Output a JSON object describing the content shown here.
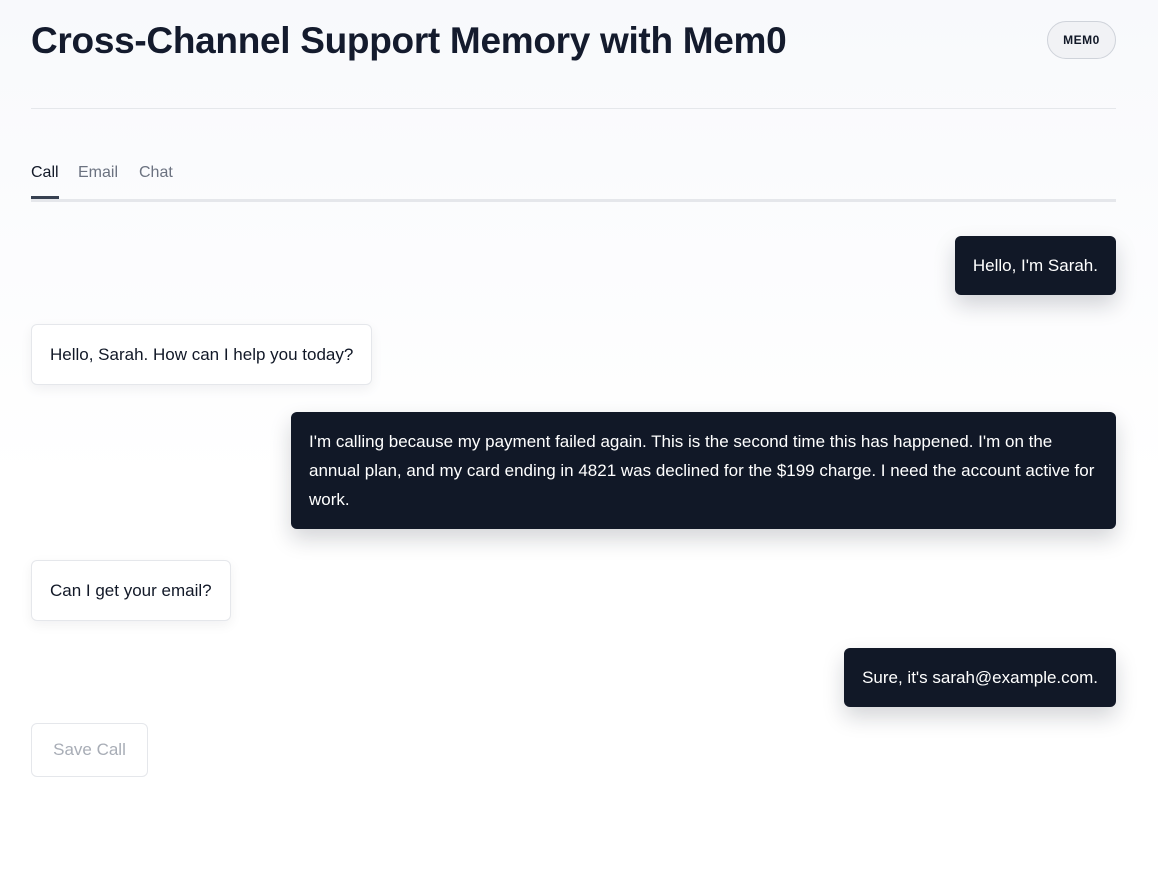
{
  "header": {
    "title": "Cross-Channel Support Memory with Mem0",
    "badge": "MEM0"
  },
  "tabs": [
    {
      "label": "Call",
      "active": true
    },
    {
      "label": "Email",
      "active": false
    },
    {
      "label": "Chat",
      "active": false
    }
  ],
  "conversation": [
    {
      "role": "user",
      "text": "Hello, I'm Sarah."
    },
    {
      "role": "agent",
      "text": "Hello, Sarah. How can I help you today?"
    },
    {
      "role": "user",
      "text": "I'm calling because my payment failed again. This is the second time this has happened. I'm on the annual plan, and my card ending in 4821 was declined for the $199 charge. I need the account active for work."
    },
    {
      "role": "agent",
      "text": "Can I get your email?"
    },
    {
      "role": "user",
      "text": "Sure, it's sarah@example.com."
    }
  ],
  "actions": {
    "save_label": "Save Call",
    "save_disabled": true
  },
  "colors": {
    "user_bubble": "#111827",
    "agent_bubble": "#ffffff",
    "text": "#111827",
    "muted": "#6b7280"
  }
}
